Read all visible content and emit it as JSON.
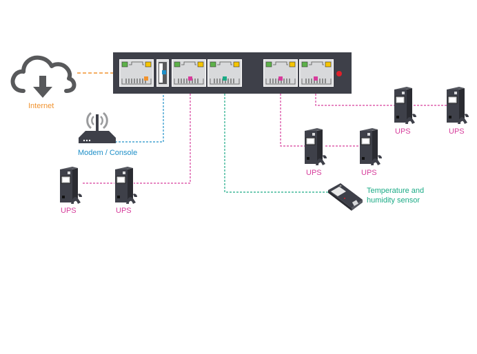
{
  "colors": {
    "internet": "#F0922E",
    "modem": "#1E8FC8",
    "ups": "#D63C9B",
    "sensor": "#1AAA85",
    "device": "#3E4049",
    "port_body": "#D8D9DB",
    "led_green": "#5DB14A",
    "led_yellow": "#F5C400",
    "status_led": "#E0202A",
    "icon_gray": "#58595B"
  },
  "hub": {
    "ports": [
      {
        "id": "internet-port",
        "type": "rj45",
        "wire": "internet"
      },
      {
        "id": "usb-port",
        "type": "usb",
        "wire": "modem"
      },
      {
        "id": "ups-port-1",
        "type": "rj45",
        "wire": "ups"
      },
      {
        "id": "sensor-port",
        "type": "rj45",
        "wire": "sensor"
      },
      {
        "id": "ups-port-2",
        "type": "rj45",
        "wire": "ups"
      },
      {
        "id": "ups-port-3",
        "type": "rj45",
        "wire": "ups"
      }
    ]
  },
  "labels": {
    "internet": "Internet",
    "modem": "Modem / Console",
    "ups": "UPS",
    "sensor_line1": "Temperature and",
    "sensor_line2": "humidity sensor"
  },
  "ups_units": [
    {
      "group": "left",
      "label": "UPS"
    },
    {
      "group": "left",
      "label": "UPS"
    },
    {
      "group": "middle",
      "label": "UPS"
    },
    {
      "group": "middle",
      "label": "UPS"
    },
    {
      "group": "right",
      "label": "UPS"
    },
    {
      "group": "right",
      "label": "UPS"
    }
  ]
}
